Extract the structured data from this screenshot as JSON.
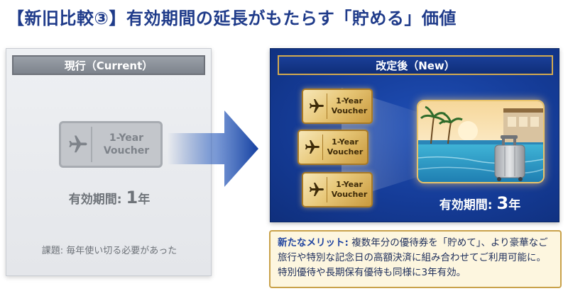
{
  "title": "【新旧比較③】有効期間の延長がもたらす「貯める」価値",
  "left": {
    "header": "現行（Current）",
    "voucher": {
      "line1": "1-Year",
      "line2": "Voucher",
      "icon": "airplane-icon"
    },
    "validity_label": "有効期間: ",
    "validity_number": "1",
    "validity_unit": "年",
    "issue": "課題: 毎年使い切る必要があった"
  },
  "right": {
    "header": "改定後（New）",
    "vouchers": [
      {
        "line1": "1-Year",
        "line2": "Voucher",
        "icon": "airplane-icon"
      },
      {
        "line1": "1-Year",
        "line2": "Voucher",
        "icon": "airplane-icon"
      },
      {
        "line1": "1-Year",
        "line2": "Voucher",
        "icon": "airplane-icon"
      }
    ],
    "validity_label": "有効期間: ",
    "validity_number": "3",
    "validity_unit": "年"
  },
  "merit": {
    "label": "新たなメリット:",
    "text": " 複数年分の優待券を「貯めて」、より豪華なご旅行や特別な記念日の高額決済に組み合わせてご利用可能に。特別優待や長期保有優待も同様に3年有効。"
  },
  "colors": {
    "title": "#1f3b8a",
    "new_panel": "#153c98",
    "gold": "#d3aa4f",
    "merit_bg": "#fdf6df"
  }
}
